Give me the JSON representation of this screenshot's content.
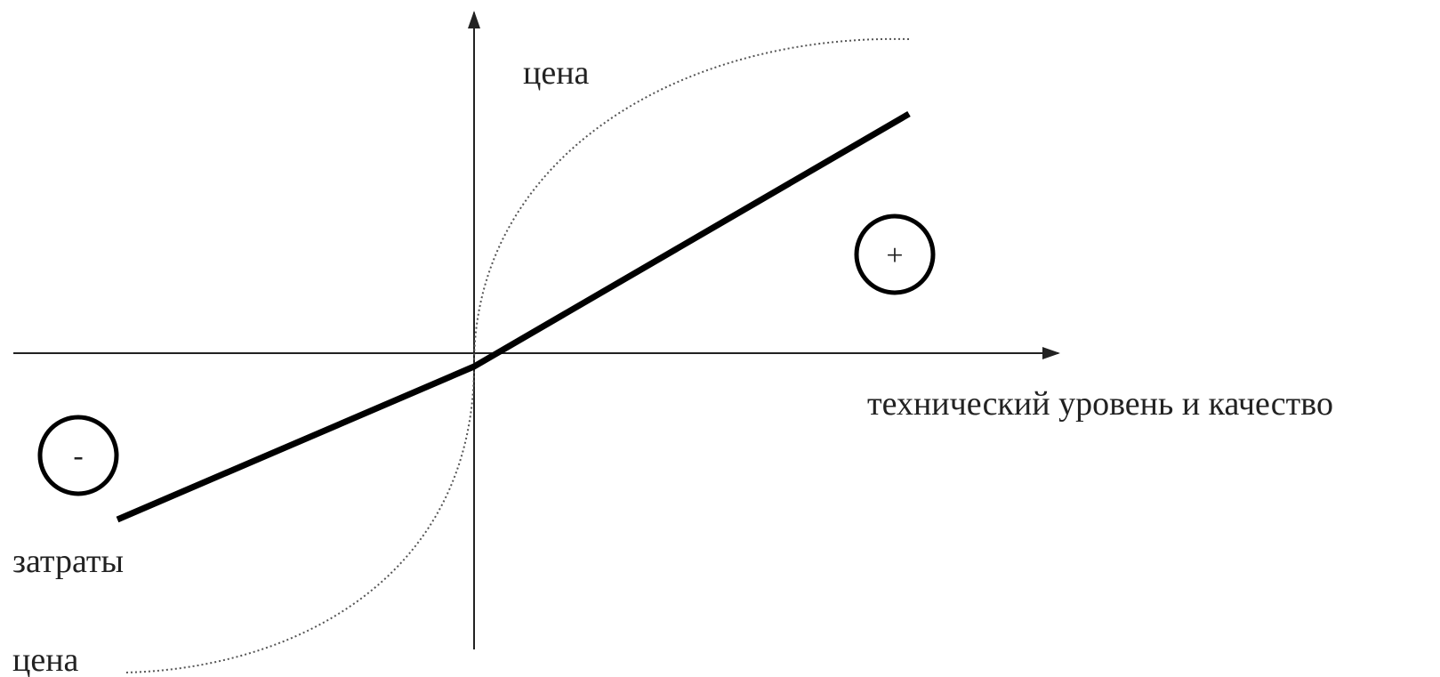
{
  "labels": {
    "y_axis_top": "цена",
    "x_axis": "технический уровень и качество",
    "costs": "затраты",
    "y_axis_bottom": "цена"
  },
  "markers": {
    "plus": "+",
    "minus": "-"
  },
  "colors": {
    "axis": "#222222",
    "line": "#000000",
    "curve": "#555555",
    "text": "#222222"
  }
}
